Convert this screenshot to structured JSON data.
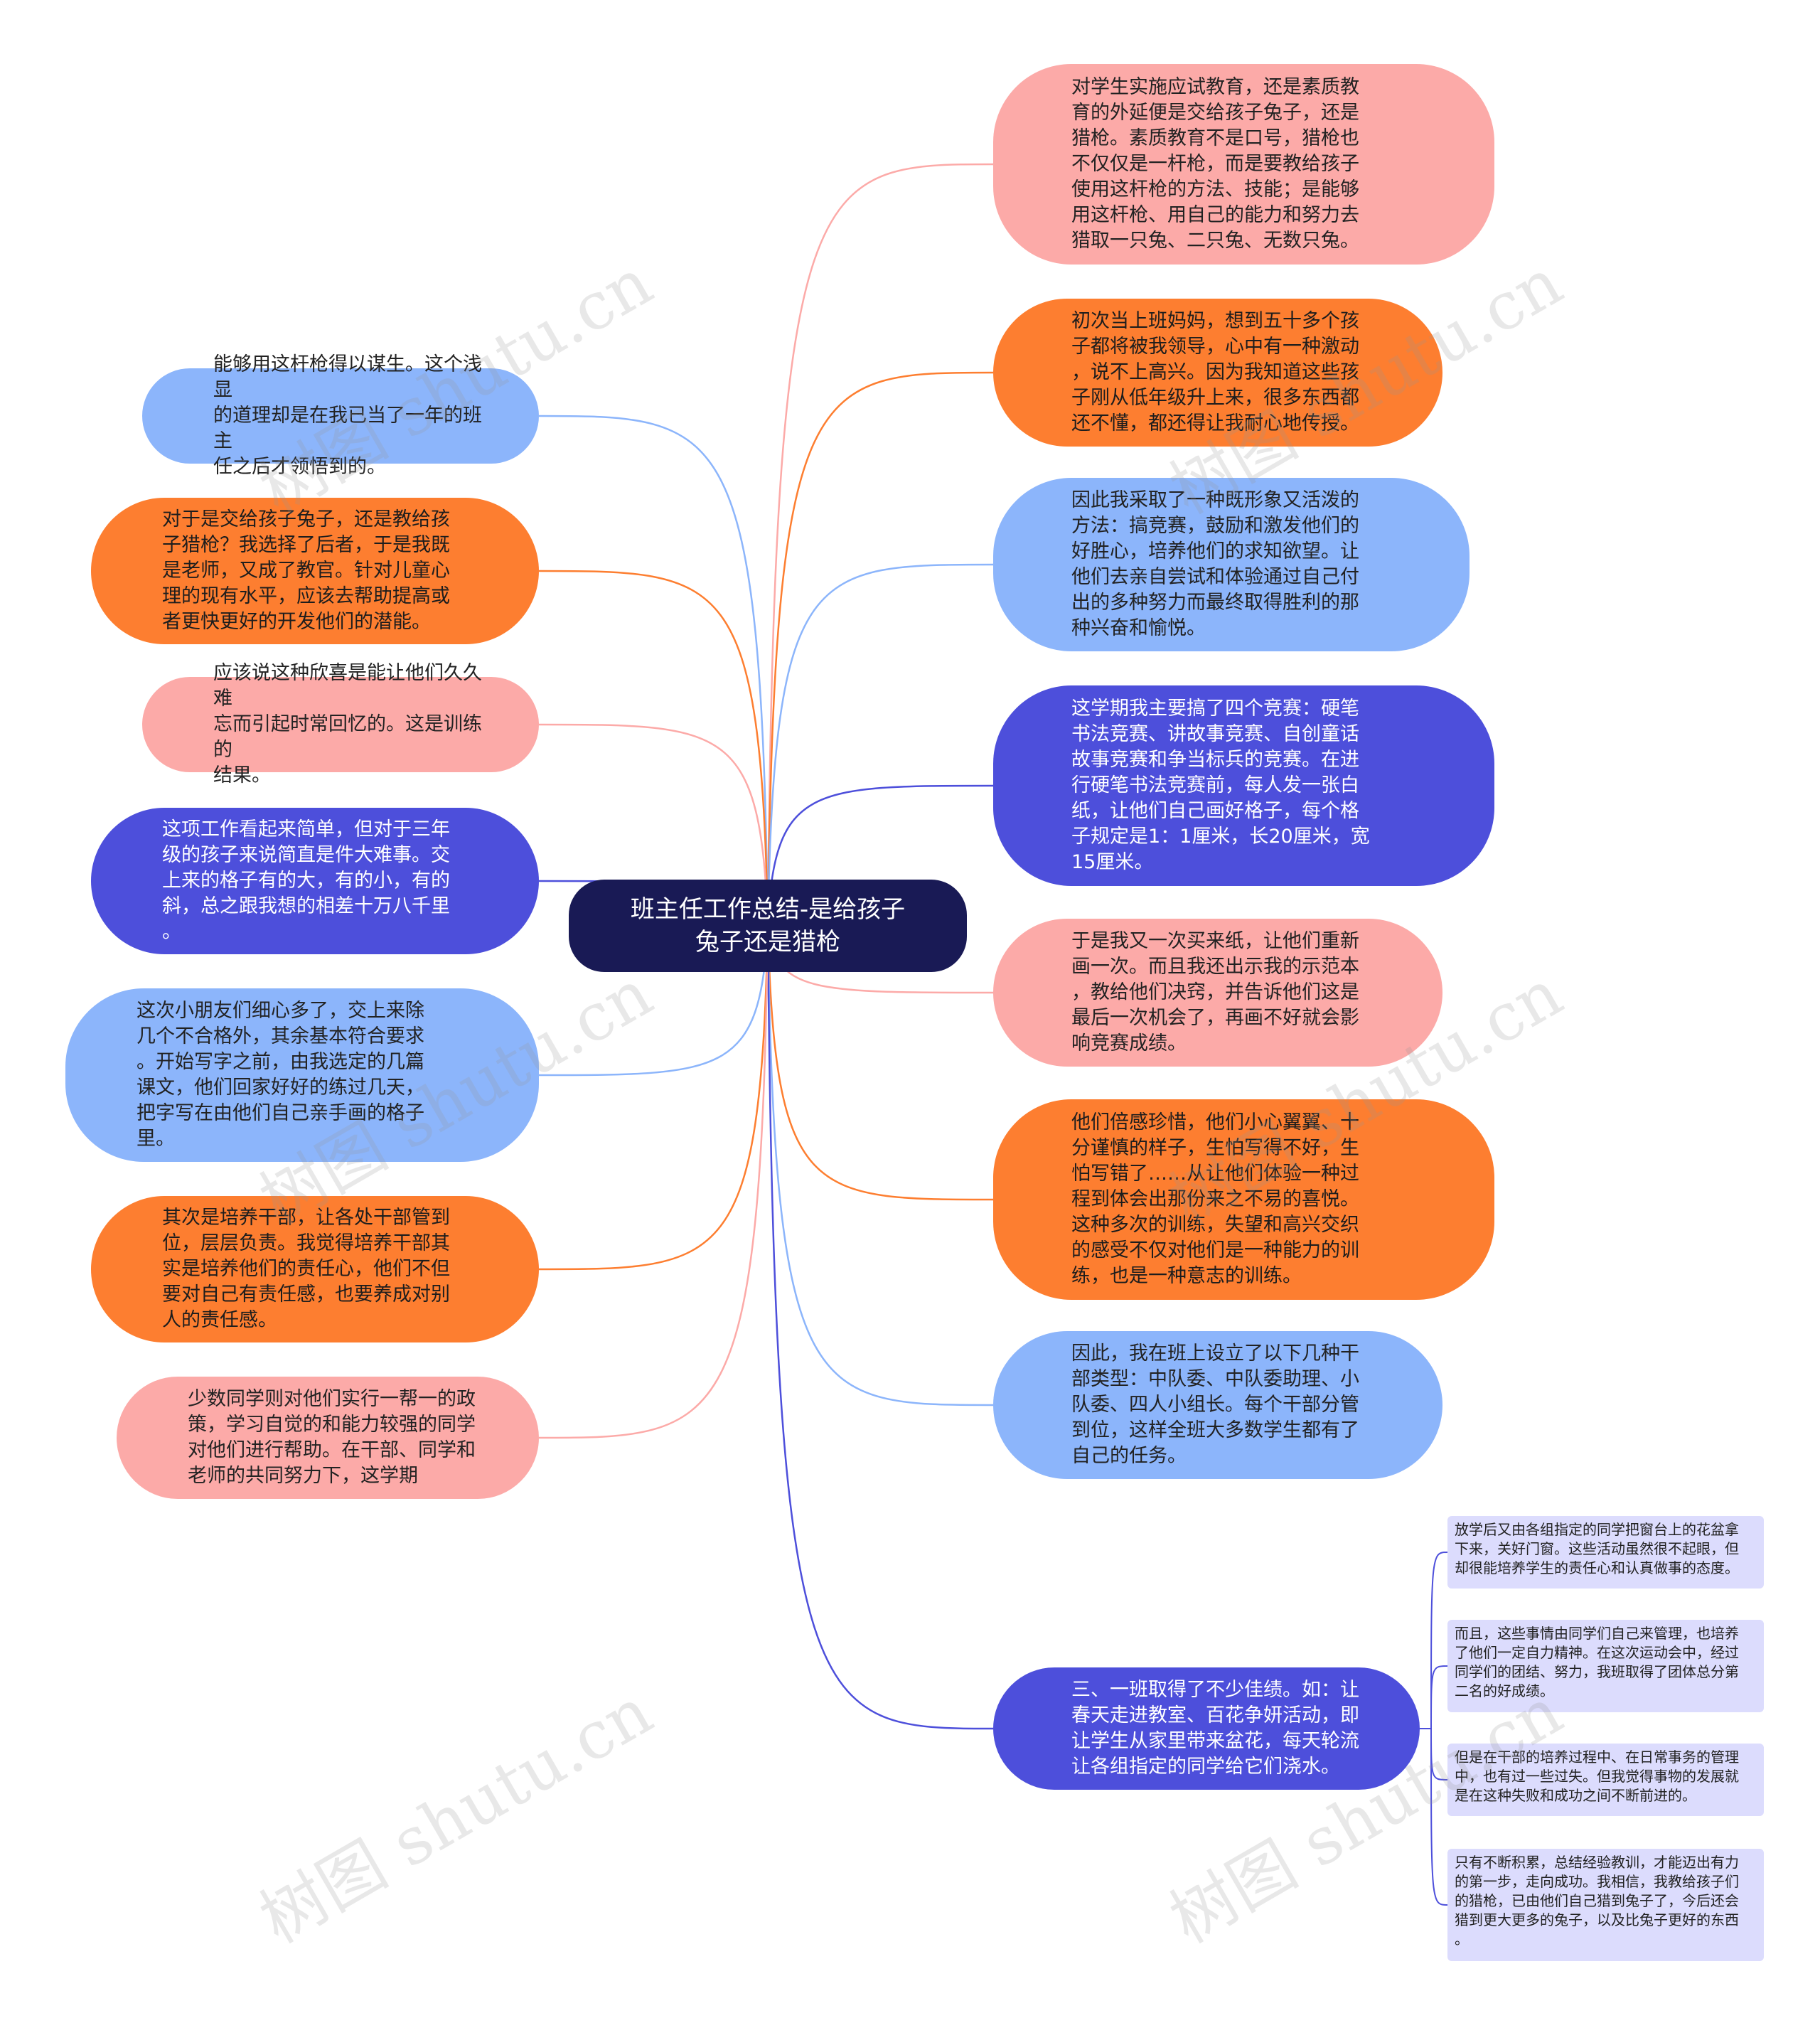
{
  "colors": {
    "root": "#191a55",
    "pink": "#fcaaa8",
    "orange": "#fd7e30",
    "sky": "#8cb5fb",
    "indigo": "#4d4fdb",
    "leaf": "#dcdcfd",
    "bracket": "#4d4fdb"
  },
  "watermark": "树图 shutu.cn",
  "root": {
    "text": "班主任工作总结-是给孩子\n兔子还是猎枪"
  },
  "right_nodes": [
    {
      "text": "对学生实施应试教育，还是素质教\n育的外延便是交给孩子兔子，还是\n猎枪。素质教育不是口号，猎枪也\n不仅仅是一杆枪，而是要教给孩子\n使用这杆枪的方法、技能；是能够\n用这杆枪、用自己的能力和努力去\n猎取一只兔、二只兔、无数只兔。"
    },
    {
      "text": "初次当上班妈妈，想到五十多个孩\n子都将被我领导，心中有一种激动\n，说不上高兴。因为我知道这些孩\n子刚从低年级升上来，很多东西都\n还不懂，都还得让我耐心地传授。"
    },
    {
      "text": "因此我采取了一种既形象又活泼的\n方法：搞竞赛，鼓励和激发他们的\n好胜心，培养他们的求知欲望。让\n他们去亲自尝试和体验通过自己付\n出的多种努力而最终取得胜利的那\n种兴奋和愉悦。"
    },
    {
      "text": "这学期我主要搞了四个竞赛：硬笔\n书法竞赛、讲故事竞赛、自创童话\n故事竞赛和争当标兵的竞赛。在进\n行硬笔书法竞赛前，每人发一张白\n纸，让他们自己画好格子，每个格\n子规定是1：1厘米，长20厘米，宽\n15厘米。"
    },
    {
      "text": "于是我又一次买来纸，让他们重新\n画一次。而且我还出示我的示范本\n，教给他们决窍，并告诉他们这是\n最后一次机会了，再画不好就会影\n响竞赛成绩。"
    },
    {
      "text": "他们倍感珍惜，他们小心翼翼、十\n分谨慎的样子，生怕写得不好，生\n怕写错了……从让他们体验一种过\n程到体会出那份来之不易的喜悦。\n这种多次的训练，失望和高兴交织\n的感受不仅对他们是一种能力的训\n练，也是一种意志的训练。"
    },
    {
      "text": "因此，我在班上设立了以下几种干\n部类型：中队委、中队委助理、小\n队委、四人小组长。每个干部分管\n到位，这样全班大多数学生都有了\n自己的任务。"
    },
    {
      "text": "三、一班取得了不少佳绩。如：让\n春天走进教室、百花争妍活动，即\n让学生从家里带来盆花，每天轮流\n让各组指定的同学给它们浇水。"
    }
  ],
  "left_nodes": [
    {
      "text": "能够用这杆枪得以谋生。这个浅显\n的道理却是在我已当了一年的班主\n任之后才领悟到的。"
    },
    {
      "text": "对于是交给孩子兔子，还是教给孩\n子猎枪？我选择了后者，于是我既\n是老师，又成了教官。针对儿童心\n理的现有水平，应该去帮助提高或\n者更快更好的开发他们的潜能。"
    },
    {
      "text": "应该说这种欣喜是能让他们久久难\n忘而引起时常回忆的。这是训练的\n结果。"
    },
    {
      "text": "这项工作看起来简单，但对于三年\n级的孩子来说简直是件大难事。交\n上来的格子有的大，有的小，有的\n斜，总之跟我想的相差十万八千里\n。"
    },
    {
      "text": "这次小朋友们细心多了，交上来除\n几个不合格外，其余基本符合要求\n。开始写字之前，由我选定的几篇\n课文，他们回家好好的练过几天，\n把字写在由他们自己亲手画的格子\n里。"
    },
    {
      "text": "其次是培养干部，让各处干部管到\n位，层层负责。我觉得培养干部其\n实是培养他们的责任心，他们不但\n要对自己有责任感，也要养成对别\n人的责任感。"
    },
    {
      "text": "少数同学则对他们实行一帮一的政\n策，学习自觉的和能力较强的同学\n对他们进行帮助。在干部、同学和\n老师的共同努力下，这学期"
    }
  ],
  "sub_nodes": [
    {
      "text": "放学后又由各组指定的同学把窗台上的花盆拿\n下来，关好门窗。这些活动虽然很不起眼，但\n却很能培养学生的责任心和认真做事的态度。"
    },
    {
      "text": "而且，这些事情由同学们自己来管理，也培养\n了他们一定自力精神。在这次运动会中，经过\n同学们的团结、努力，我班取得了团体总分第\n二名的好成绩。"
    },
    {
      "text": "但是在干部的培养过程中、在日常事务的管理\n中，也有过一些过失。但我觉得事物的发展就\n是在这种失败和成功之间不断前进的。"
    },
    {
      "text": "只有不断积累，总结经验教训，才能迈出有力\n的第一步，走向成功。我相信，我教给孩子们\n的猎枪，已由他们自己猎到兔子了，今后还会\n猎到更大更多的兔子，以及比兔子更好的东西\n。"
    }
  ]
}
